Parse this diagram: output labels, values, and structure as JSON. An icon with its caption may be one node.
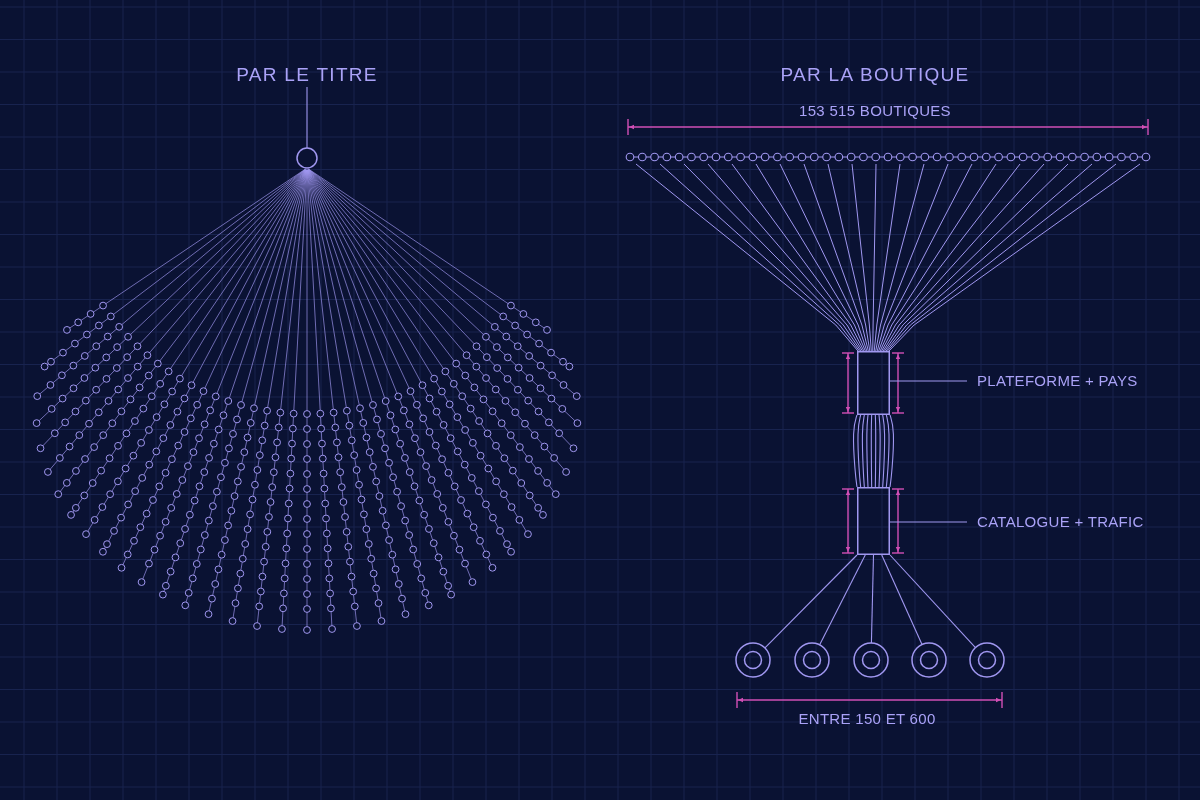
{
  "diagram": {
    "nodes": [
      {
        "text": [
          "PAR LE TITRE"
        ]
      },
      {
        "text": [],
        "shape": "circle"
      },
      {
        "text": [],
        "shape": "box"
      },
      {
        "text": [
          "PLATEFORME + PAYS"
        ]
      },
      {
        "text": [],
        "shape": "box"
      },
      {
        "text": [
          "CATALOGUE + TRAFIC"
        ]
      },
      {
        "text": [],
        "shape": "ring"
      },
      {
        "text": [],
        "shape": "ring"
      },
      {
        "text": [],
        "shape": "ring"
      },
      {
        "text": [],
        "shape": "ring"
      },
      {
        "text": [],
        "shape": "ring"
      }
    ],
    "edges": [
      {
        "from": 0,
        "to": 1,
        "arrow": "none"
      },
      {
        "from": 3,
        "to": 2,
        "arrow": "none"
      },
      {
        "from": 2,
        "to": 4,
        "arrow": "none"
      },
      {
        "from": 2,
        "to": 4,
        "arrow": "none"
      },
      {
        "from": 2,
        "to": 4,
        "arrow": "none"
      },
      {
        "from": 2,
        "to": 4,
        "arrow": "none"
      },
      {
        "from": 2,
        "to": 4,
        "arrow": "none"
      },
      {
        "from": 2,
        "to": 4,
        "arrow": "none"
      },
      {
        "from": 2,
        "to": 4,
        "arrow": "none"
      },
      {
        "from": 2,
        "to": 4,
        "arrow": "none"
      },
      {
        "from": 2,
        "to": 4,
        "arrow": "none"
      },
      {
        "from": 2,
        "to": 4,
        "arrow": "none"
      },
      {
        "from": 5,
        "to": 4,
        "arrow": "none"
      },
      {
        "from": 4,
        "to": 6,
        "arrow": "none"
      },
      {
        "from": 4,
        "to": 7,
        "arrow": "none"
      },
      {
        "from": 4,
        "to": 8,
        "arrow": "none"
      },
      {
        "from": 4,
        "to": 9,
        "arrow": "none"
      },
      {
        "from": 4,
        "to": 10,
        "arrow": "none"
      }
    ],
    "labels": [
      "PAR LA BOUTIQUE",
      "153 515 BOUTIQUES",
      "ENTRE 150 ET 600"
    ]
  }
}
